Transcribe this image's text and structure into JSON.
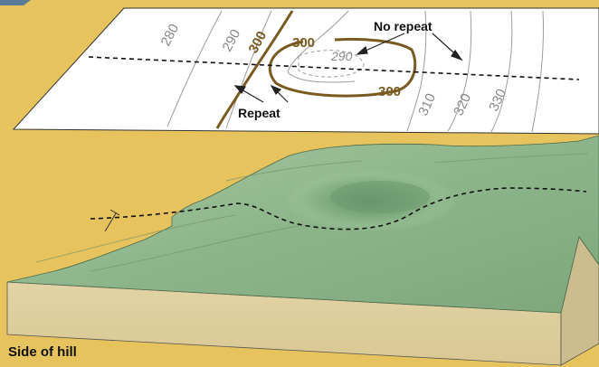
{
  "contour_labels": {
    "c280": "280",
    "c290_left": "290",
    "c300_a": "300",
    "c300_b": "300",
    "c300_c": "300",
    "c290_inner": "290",
    "c310": "310",
    "c320": "320",
    "c330": "330"
  },
  "callouts": {
    "no_repeat": "No repeat",
    "repeat": "Repeat"
  },
  "caption": "Side of hill",
  "colors": {
    "frame": "#e7c35d",
    "map_paper": "#ffffff",
    "contour_highlight": "#7a5a20",
    "contour_thin": "#9a9a9a",
    "terrain_green": "#8fb58e",
    "soil": "#e6d9b2",
    "soil_dark": "#cdbd8e"
  }
}
